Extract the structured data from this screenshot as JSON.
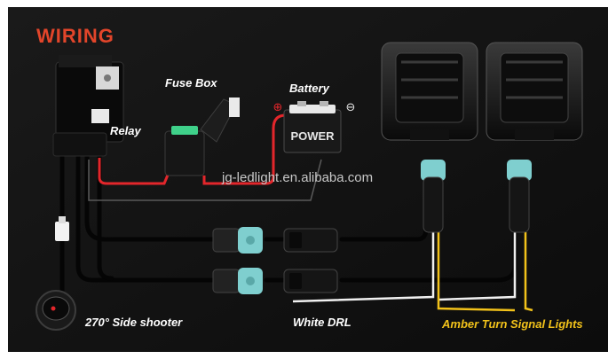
{
  "title": "WIRING",
  "labels": {
    "relay": "Relay",
    "fuse_box": "Fuse Box",
    "battery": "Battery",
    "switch": "270° Side shooter",
    "white_drl": "White DRL",
    "amber": "Amber Turn Signal Lights"
  },
  "battery": {
    "brand": "POWER",
    "positive": "⊕",
    "negative": "⊖"
  },
  "watermark": "jg-ledlight.en.alibaba.com",
  "colors": {
    "background": "#141414",
    "title": "#e2452a",
    "label": "#ffffff",
    "amber_label": "#f2c21a",
    "wire_red": "#e3262b",
    "wire_black": "#0d0d0d",
    "wire_white": "#f0f0f0",
    "wire_amber": "#f2c21a",
    "connector_teal": "#7fcfcf"
  }
}
